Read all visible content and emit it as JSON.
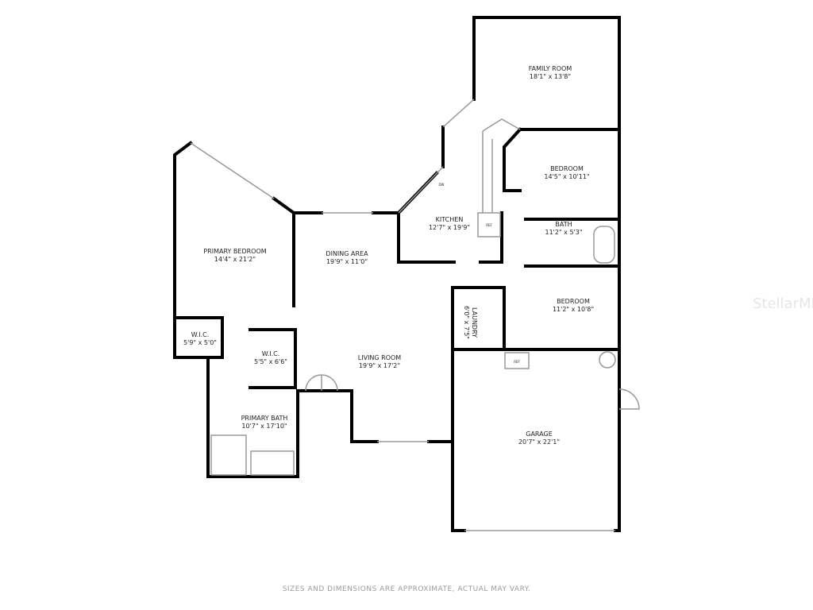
{
  "rooms": [
    {
      "name": "FAMILY ROOM",
      "size": "18'1\" x 13'8\""
    },
    {
      "name": "BEDROOM",
      "size": "14'5\" x 10'11\""
    },
    {
      "name": "KITCHEN",
      "size": "12'7\" x 19'9\""
    },
    {
      "name": "BATH",
      "size": "11'2\" x 5'3\""
    },
    {
      "name": "PRIMARY BEDROOM",
      "size": "14'4\" x 21'2\""
    },
    {
      "name": "DINING AREA",
      "size": "19'9\" x 11'0\""
    },
    {
      "name": "BEDROOM",
      "size": "11'2\" x 10'8\""
    },
    {
      "name": "LAUNDRY",
      "size": "6'0\" x 7'5\""
    },
    {
      "name": "W.I.C.",
      "size": "5'9\" x 5'0\""
    },
    {
      "name": "W.I.C.",
      "size": "5'5\" x 6'6\""
    },
    {
      "name": "LIVING ROOM",
      "size": "19'9\" x 17'2\""
    },
    {
      "name": "PRIMARY BATH",
      "size": "10'7\" x 17'10\""
    },
    {
      "name": "GARAGE",
      "size": "20'7\" x 22'1\""
    }
  ],
  "fixtures": {
    "refrigerator": "REF",
    "dishwasher": "DW"
  },
  "footer": "SIZES AND DIMENSIONS ARE APPROXIMATE, ACTUAL MAY VARY.",
  "watermark": "StellarMLS",
  "colors": {
    "wall": "#000000",
    "window": "#bbbbbb"
  }
}
